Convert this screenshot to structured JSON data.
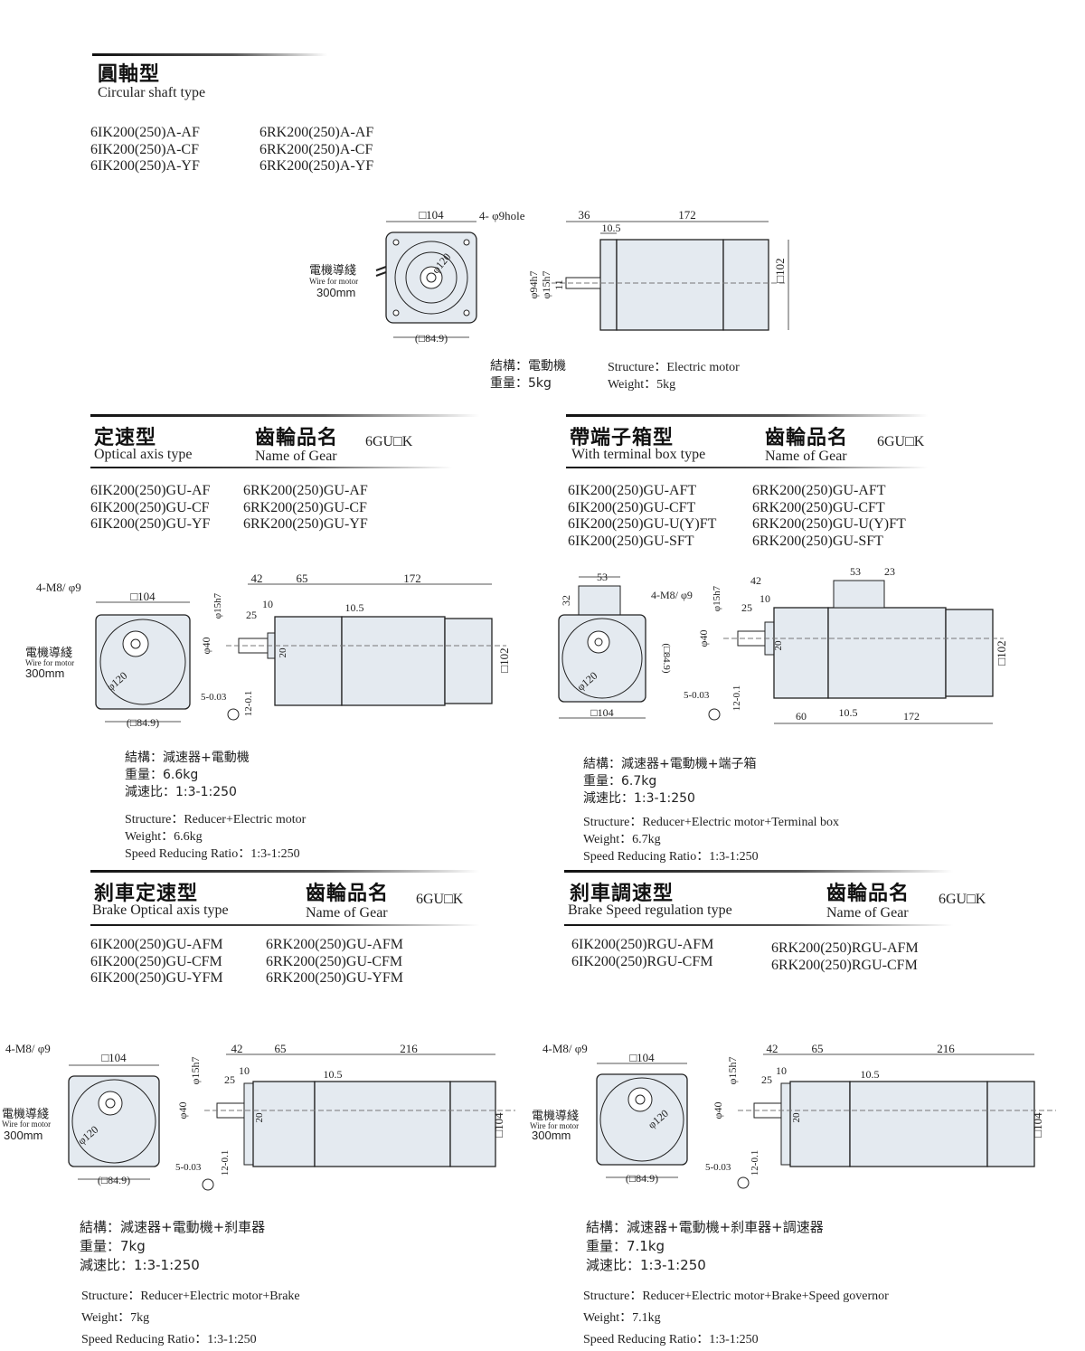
{
  "s1": {
    "title_zh": "圓軸型",
    "title_en": "Circular shaft type",
    "models_left": [
      "6IK200(250)A-AF",
      "6IK200(250)A-CF",
      "6IK200(250)A-YF"
    ],
    "models_right": [
      "6RK200(250)A-AF",
      "6RK200(250)A-CF",
      "6RK200(250)A-YF"
    ],
    "spec_zh": [
      "結構：電動機",
      "重量：5kg"
    ],
    "spec_en": [
      "Structure：Electric motor",
      "Weight：5kg"
    ],
    "dims": {
      "square": "□104",
      "hole": "4- φ9hole",
      "inner": "(□84.9)",
      "pcd": "φ120",
      "len1": "36",
      "len2": "10.5",
      "len3": "172",
      "height": "□102",
      "d1": "φ94h7",
      "d2": "φ15h7",
      "d3": "11"
    }
  },
  "wire": {
    "zh": "電機導綫",
    "en": "Wire for motor",
    "len": "300mm"
  },
  "gear": {
    "zh": "齒輪品名",
    "en": "Name of Gear",
    "code": "6GU□K"
  },
  "s2": {
    "title_zh": "定速型",
    "title_en": "Optical axis type",
    "models_left": [
      "6IK200(250)GU-AF",
      "6IK200(250)GU-CF",
      "6IK200(250)GU-YF"
    ],
    "models_right": [
      "6RK200(250)GU-AF",
      "6RK200(250)GU-CF",
      "6RK200(250)GU-YF"
    ],
    "spec_zh": [
      "結構：減速器+電動機",
      "重量：6.6kg",
      "減速比：1:3-1:250"
    ],
    "spec_en": [
      "Structure：Reducer+Electric motor",
      "Weight：6.6kg",
      "Speed Reducing Ratio：1:3-1:250"
    ],
    "dims": {
      "holes": "4-M8/ φ9",
      "square": "□104",
      "inner": "(□84.9)",
      "pcd": "φ120",
      "l42": "42",
      "l65": "65",
      "l172": "172",
      "l10": "10",
      "l25": "25",
      "l105": "10.5",
      "shaft": "φ15h7",
      "d40": "φ40",
      "d20": "20",
      "h102": "□102",
      "key1": "5-0.03",
      "key1a": "0",
      "key2": "12-0.1",
      "key2a": "0"
    }
  },
  "s3": {
    "title_zh": "帶端子箱型",
    "title_en": "With terminal box type",
    "models_left": [
      "6IK200(250)GU-AFT",
      "6IK200(250)GU-CFT",
      "6IK200(250)GU-U(Y)FT",
      "6IK200(250)GU-SFT"
    ],
    "models_right": [
      "6RK200(250)GU-AFT",
      "6RK200(250)GU-CFT",
      "6RK200(250)GU-U(Y)FT",
      "6RK200(250)GU-SFT"
    ],
    "spec_zh": [
      "結構：減速器+電動機+端子箱",
      "重量：6.7kg",
      "減速比：1:3-1:250"
    ],
    "spec_en": [
      "Structure：Reducer+Electric motor+Terminal box",
      "Weight：6.7kg",
      "Speed Reducing Ratio：1:3-1:250"
    ],
    "dims": {
      "l53": "53",
      "l32": "32",
      "l23": "23",
      "l60": "60",
      "inner": "(□84.9)"
    }
  },
  "s4": {
    "title_zh": "刹車定速型",
    "title_en": "Brake Optical axis type",
    "models_left": [
      "6IK200(250)GU-AFM",
      "6IK200(250)GU-CFM",
      "6IK200(250)GU-YFM"
    ],
    "models_right": [
      "6RK200(250)GU-AFM",
      "6RK200(250)GU-CFM",
      "6RK200(250)GU-YFM"
    ],
    "spec_zh": [
      "結構：減速器+電動機+刹車器",
      "重量：7kg",
      "減速比：1:3-1:250"
    ],
    "spec_en": [
      "Structure：Reducer+Electric motor+Brake",
      "Weight：7kg",
      "Speed Reducing Ratio：1:3-1:250"
    ],
    "dims": {
      "l216": "216",
      "h104": "□104",
      "shaft": "φ15h7"
    }
  },
  "s5": {
    "title_zh": "刹車調速型",
    "title_en": "Brake Speed regulation type",
    "models_left": [
      "6IK200(250)RGU-AFM",
      "6IK200(250)RGU-CFM"
    ],
    "models_right": [
      "6RK200(250)RGU-AFM",
      "6RK200(250)RGU-CFM"
    ],
    "spec_zh": [
      "結構：減速器+電動機+刹車器+調速器",
      "重量：7.1kg",
      "減速比：1:3-1:250"
    ],
    "spec_en": [
      "Structure：Reducer+Electric motor+Brake+Speed governor",
      "Weight：7.1kg",
      "Speed Reducing Ratio：1:3-1:250"
    ]
  },
  "colors": {
    "body": "#e4eaf0",
    "line": "#222222",
    "dim": "#555555"
  }
}
